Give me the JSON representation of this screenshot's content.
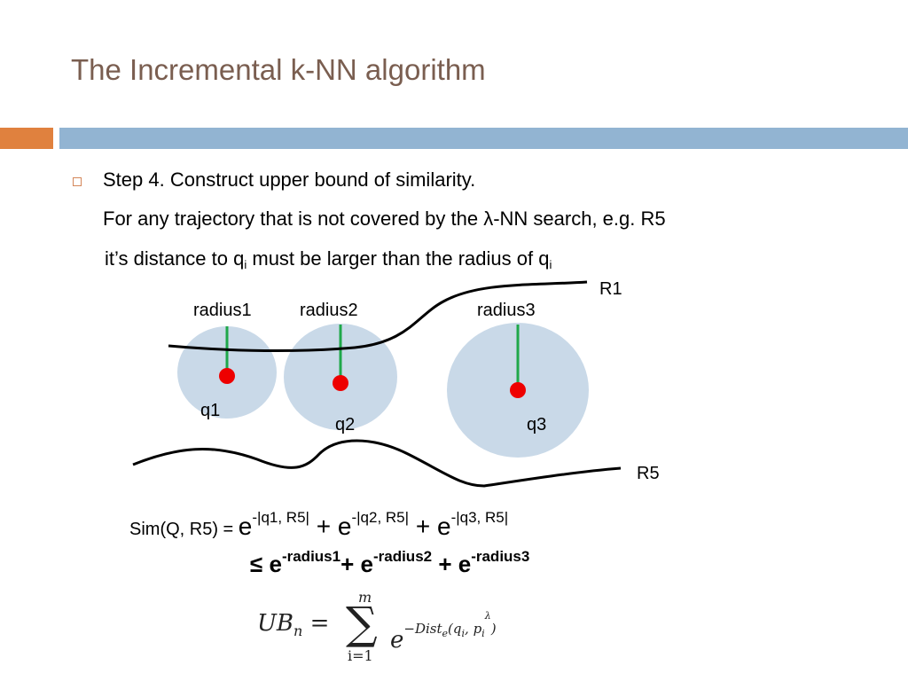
{
  "title": "The Incremental k-NN algorithm",
  "bullet": {
    "line1": "Step 4. Construct upper bound of similarity.",
    "line2": "For any trajectory that is not covered by the λ-NN search, e.g. R5",
    "line3_pre": "it’s distance to q",
    "line3_sub": "i",
    "line3_mid": " must be larger than the radius of q",
    "line3_sub2": "i"
  },
  "diagram": {
    "labels": {
      "r1": "R1",
      "r5": "R5",
      "radius1": "radius1",
      "radius2": "radius2",
      "radius3": "radius3",
      "q1": "q1",
      "q2": "q2",
      "q3": "q3"
    },
    "colors": {
      "circle_fill": "#c9d9e8",
      "point": "#ee0000",
      "radius_line": "#1fa84a",
      "curve": "#000000"
    }
  },
  "formula": {
    "lhs": "Sim(Q, R5) = ",
    "e": "e",
    "exp1": "-|q1, R5|",
    "plus": " + ",
    "exp2": "-|q2, R5|",
    "exp3": "-|q3, R5|"
  },
  "inequality": {
    "prefix": "≤ e",
    "exp1": "-radius1",
    "mid1": "+ e",
    "exp2": "-radius2",
    "mid2": " + e",
    "exp3": "-radius3"
  },
  "ub_formula": {
    "lhs": "UB",
    "lhs_sub": "n",
    "eq": " =",
    "sigma": "∑",
    "upper": "m",
    "lower": "i=1",
    "base": "e",
    "exponent": "−Dist",
    "exponent_sub": "e",
    "exponent_args": "(q",
    "args_sub": "i",
    "args_mid": ", p",
    "args_sub2": "i",
    "args_sup": "λ",
    "args_end": ")"
  }
}
